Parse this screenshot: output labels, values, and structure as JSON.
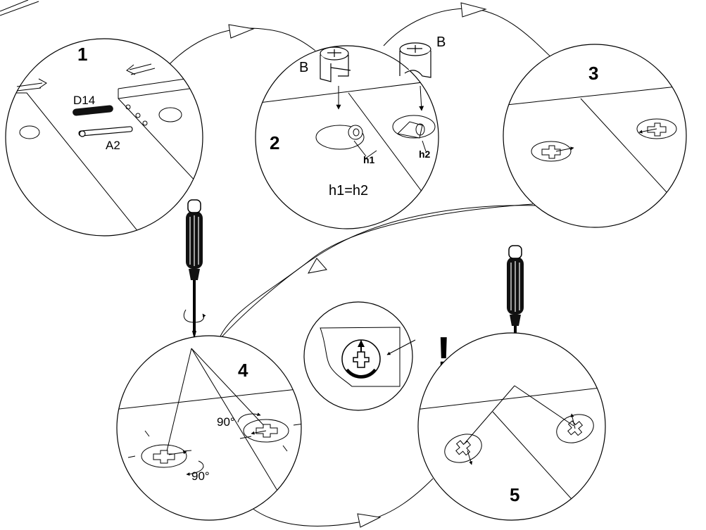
{
  "steps": [
    {
      "number": "1",
      "labels": {
        "dowel": "D14",
        "pin": "A2"
      }
    },
    {
      "number": "2",
      "labels": {
        "cam_left": "B",
        "cam_right": "B",
        "h1": "h1",
        "h2": "h2",
        "equation": "h1=h2"
      }
    },
    {
      "number": "3"
    },
    {
      "number": "4",
      "labels": {
        "angle_top": "90°",
        "angle_bottom": "90°"
      }
    },
    {
      "number": "5"
    }
  ],
  "warning": {
    "symbol": "!"
  },
  "colors": {
    "ink": "#000000",
    "paper": "#ffffff",
    "handle": "#111111"
  },
  "icons": [
    "screwdriver-icon",
    "cam-lock-icon",
    "dowel-icon",
    "rotation-arrow-icon",
    "flow-arrow-icon",
    "warning-icon"
  ]
}
